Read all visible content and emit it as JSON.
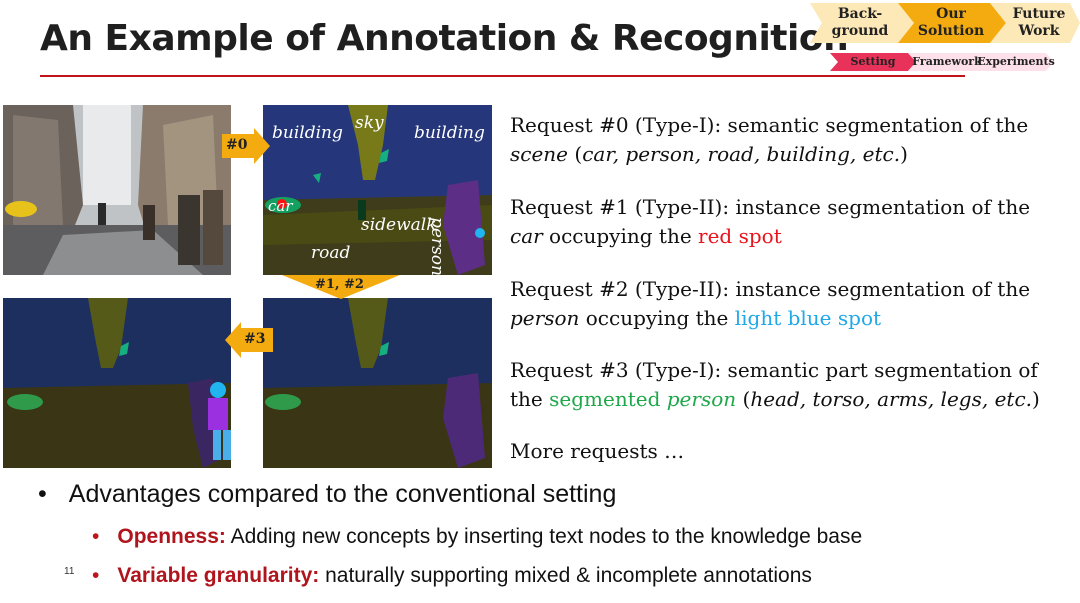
{
  "title": "An Example of Annotation & Recognition",
  "nav": {
    "steps": [
      {
        "line1": "Back-",
        "line2": "ground"
      },
      {
        "line1": "Our",
        "line2": "Solution"
      },
      {
        "line1": "Future",
        "line2": "Work"
      }
    ],
    "substeps": [
      "Setting",
      "Framework",
      "Experiments"
    ],
    "colors": {
      "inactive": "#fde8b8",
      "active": "#f3ab10",
      "sub_active": "#e8325a",
      "sub_inactive": "#fde0ea"
    }
  },
  "images": {
    "labels": {
      "building_left": "building",
      "sky": "sky",
      "building_right": "building",
      "car": "car",
      "sidewalk": "sidewalk",
      "person": "person",
      "road": "road"
    },
    "arrows": {
      "a0": "#0",
      "a12": "#1, #2",
      "a3": "#3"
    }
  },
  "requests": [
    {
      "lead": "Request #0 (Type-I): semantic segmentation of the",
      "t1": "scene",
      "t2": " (",
      "t3": "car, person, road, building, etc.",
      "t4": ")"
    },
    {
      "lead": "Request #1 (Type-II): instance segmentation of the",
      "t1": "car",
      "t2": " occupying the ",
      "t3": "red spot"
    },
    {
      "lead": "Request #2 (Type-II): instance segmentation of the",
      "t1": "person",
      "t2": " occupying the ",
      "t3": "light blue spot"
    },
    {
      "lead": "Request #3 (Type-I): semantic part segmentation of",
      "t0": "the ",
      "t1": "segmented ",
      "t2": "person",
      "t3": " (",
      "t4": "head, torso, arms, legs, etc.",
      "t5": ")"
    },
    {
      "lead": "More requests …"
    }
  ],
  "bullets": {
    "main": "Advantages compared to the conventional setting",
    "subs": [
      {
        "bold": "Openness:",
        "rest": " Adding new concepts by inserting text nodes to the knowledge base"
      },
      {
        "bold": "Variable granularity:",
        "rest": " naturally supporting mixed & incomplete annotations"
      }
    ]
  },
  "page_number": "11"
}
